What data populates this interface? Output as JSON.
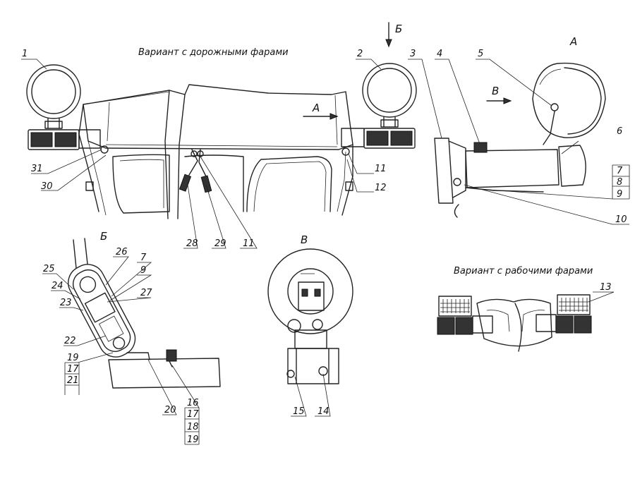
{
  "captions": {
    "top": "Вариант с дорожными фарами",
    "work": "Вариант с рабочими фарами"
  },
  "views": {
    "b_arrow": "Б",
    "a_view": "А",
    "a_arrow": "А",
    "v_arrow": "В",
    "b_view": "Б",
    "v_view": "В"
  },
  "callouts": {
    "c1": "1",
    "c2": "2",
    "c3": "3",
    "c4": "4",
    "c5": "5",
    "c6": "6",
    "c7a": "7",
    "c8": "8",
    "c9a": "9",
    "c10": "10",
    "c11a": "11",
    "c12": "12",
    "c30": "30",
    "c31": "31",
    "c28": "28",
    "c29": "29",
    "c11b": "11",
    "c26": "26",
    "c7b": "7",
    "c9b": "9",
    "c25": "25",
    "c24": "24",
    "c27": "27",
    "c23": "23",
    "c22": "22",
    "c19a": "19",
    "c17a": "17",
    "c21": "21",
    "c20": "20",
    "c16": "16",
    "c17b": "17",
    "c18": "18",
    "c19b": "19",
    "c15": "15",
    "c14": "14",
    "c13": "13"
  }
}
